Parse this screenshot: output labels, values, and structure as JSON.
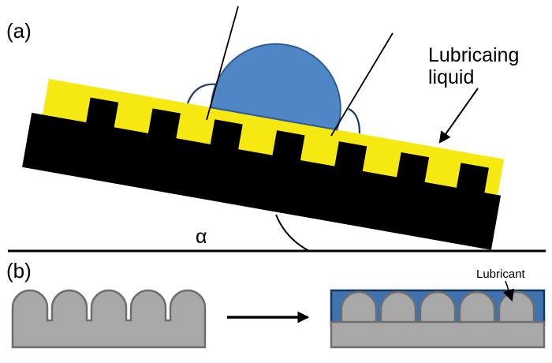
{
  "panel_a": {
    "label": "(a)",
    "lubricating_liquid_label": {
      "line1": "Lubricaing",
      "line2": "liquid"
    },
    "tilt_angle_label": "α"
  },
  "panel_b": {
    "label": "(b)",
    "lubricant_label": "Lubricant"
  },
  "colors": {
    "lubricant_yellow": "#f6e811",
    "droplet_blue": "#4f86c6",
    "droplet_blue_dark": "#2e5b97",
    "lubricant_blue": "#3f72b0",
    "lubricant_blue_dark": "#17375e",
    "substrate_black": "#000000",
    "surface_gray": "#a8a8a8",
    "surface_gray_dark": "#6e6e6e",
    "annotation_dark_blue": "#1f3864"
  }
}
